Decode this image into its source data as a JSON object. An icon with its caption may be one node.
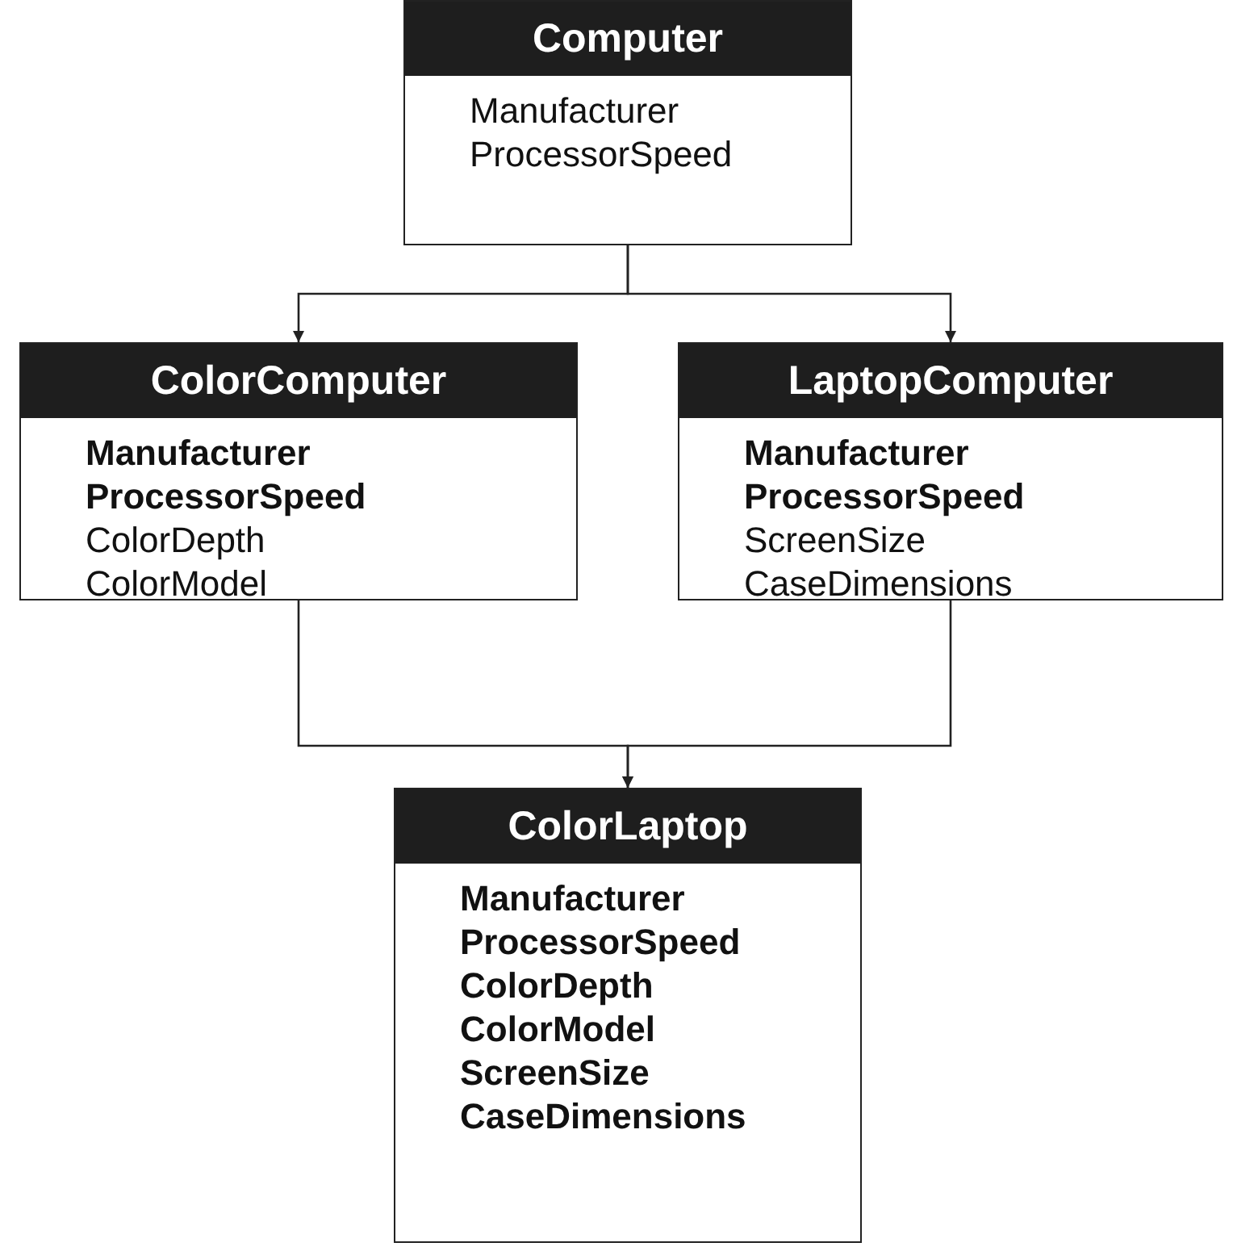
{
  "diagram": {
    "nodes": [
      {
        "text": [
          "Computer",
          "Manufacturer",
          "ProcessorSpeed"
        ]
      },
      {
        "text": [
          "ColorComputer",
          "**Manufacturer**",
          "**ProcessorSpeed**",
          "ColorDepth",
          "ColorModel"
        ]
      },
      {
        "text": [
          "LaptopComputer",
          "**Manufacturer**",
          "**ProcessorSpeed**",
          "ScreenSize",
          "CaseDimensions"
        ]
      },
      {
        "text": [
          "ColorLaptop",
          "**Manufacturer**",
          "**ProcessorSpeed**",
          "**ColorDepth**",
          "**ColorModel**",
          "**ScreenSize**",
          "**CaseDimensions**"
        ]
      }
    ],
    "edges": [
      {
        "from": 0,
        "to": 1,
        "arrow": "to"
      },
      {
        "from": 0,
        "to": 2,
        "arrow": "to"
      },
      {
        "from": 1,
        "to": 3,
        "arrow": "to"
      },
      {
        "from": 2,
        "to": 3,
        "arrow": "to"
      }
    ]
  }
}
